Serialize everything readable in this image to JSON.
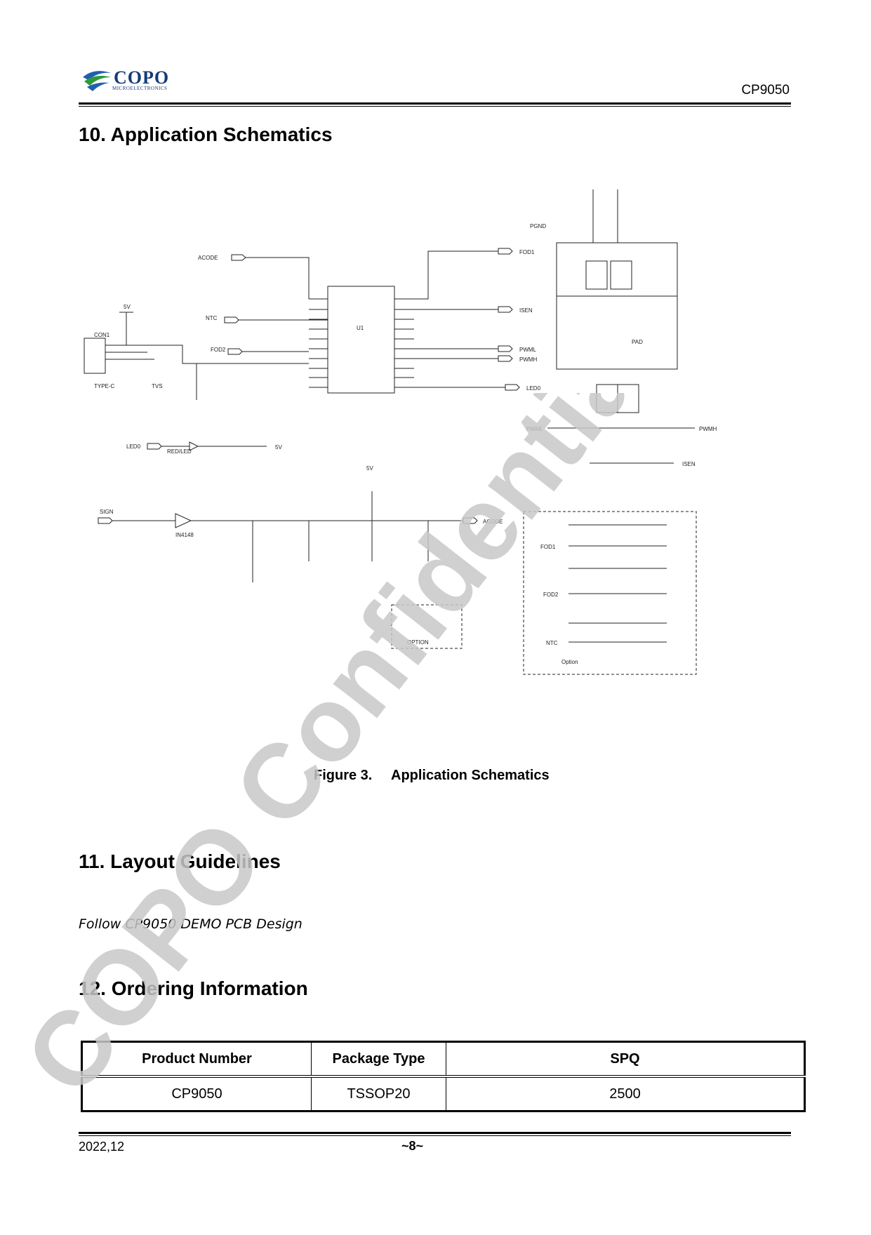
{
  "header": {
    "logo_text": "COPO",
    "logo_sub": "MICROELECTRONICS",
    "doc_id": "CP9050",
    "logo_colors": {
      "swoosh_blue": "#1f5fb0",
      "swoosh_green": "#2e9a3a",
      "text": "#163a7a"
    }
  },
  "sections": {
    "application_title": "10. Application Schematics",
    "layout_title": "11. Layout Guidelines",
    "layout_text": "Follow CP9050 DEMO PCB Design",
    "ordering_title": "12. Ordering Information"
  },
  "figure": {
    "caption_num": "Figure 3.",
    "caption_text": "Application Schematics",
    "labels": {
      "acode": "ACODE",
      "fod1": "FOD1",
      "isen": "ISEN",
      "ntc": "NTC",
      "fod2": "FOD2",
      "pwml": "PWML",
      "pwmh": "PWMH",
      "led0": "LED0",
      "u1": "U1",
      "sign": "SIGN",
      "v5": "5V",
      "pgnd": "PGND",
      "option": "OPTION",
      "option2": "Option",
      "type_c": "TYPE-C",
      "con1": "CON1",
      "tvs": "TVS",
      "in4148": "IN4148",
      "red_led": "RED/LED",
      "pad": "PAD"
    }
  },
  "ordering_table": {
    "headers": [
      "Product Number",
      "Package Type",
      "SPQ"
    ],
    "rows": [
      [
        "CP9050",
        "TSSOP20",
        "2500"
      ]
    ]
  },
  "footer": {
    "date": "2022,12",
    "page": "~8~"
  },
  "watermark": {
    "text": "COPO Confidential",
    "color": "#c8c8c8"
  }
}
